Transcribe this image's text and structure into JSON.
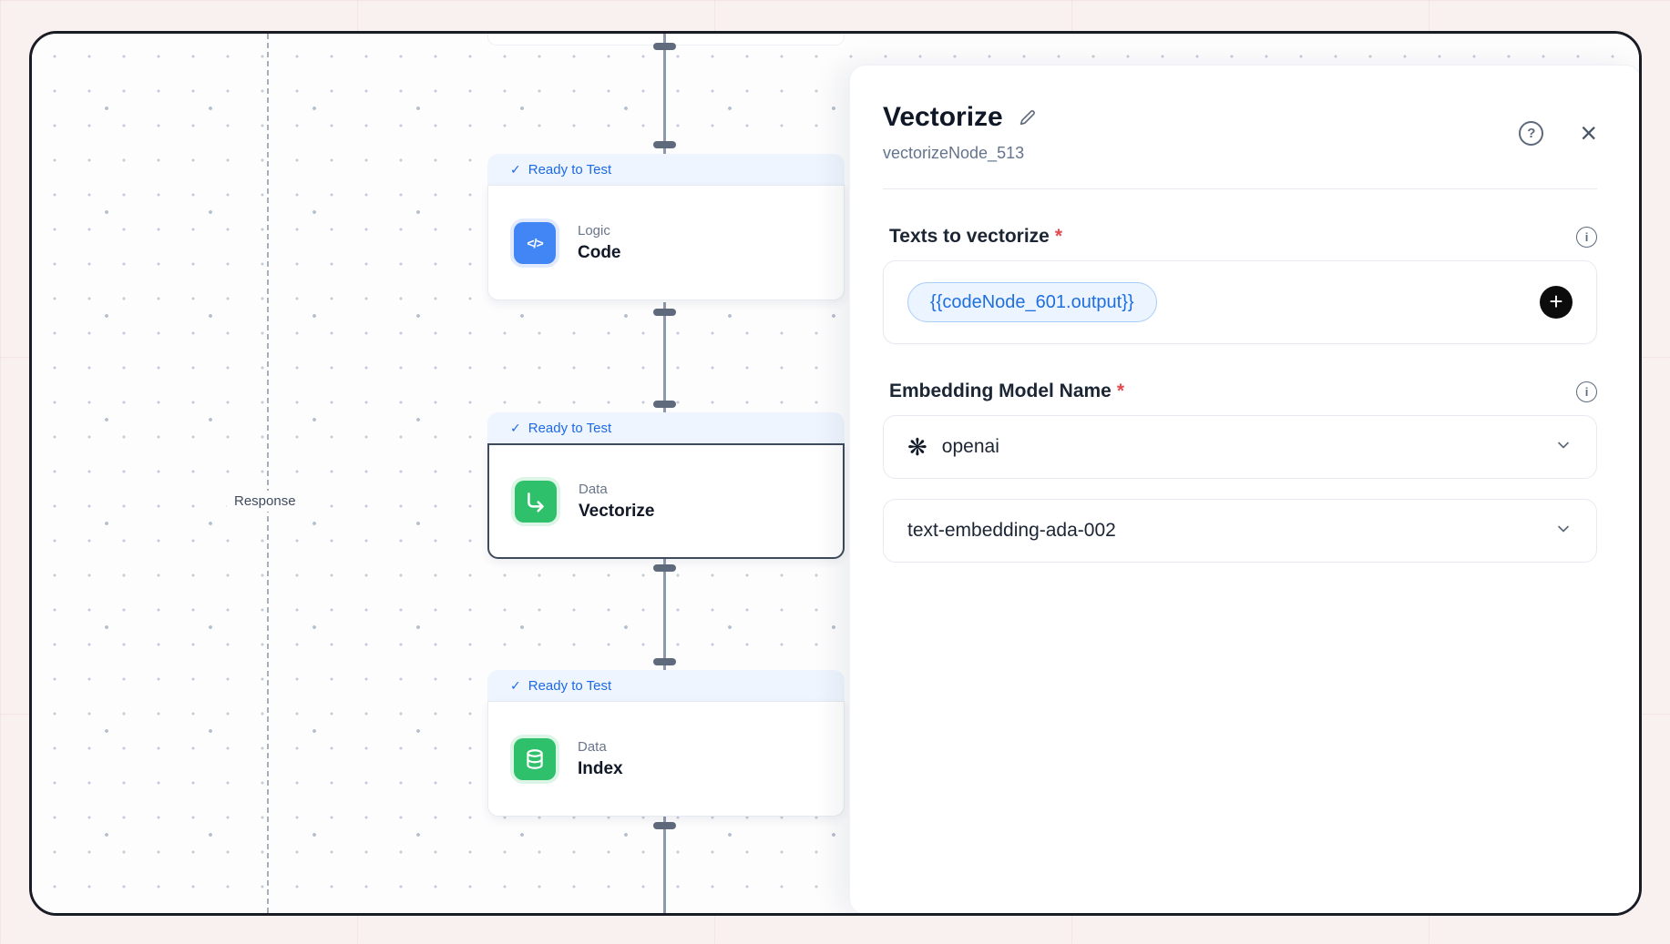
{
  "canvas": {
    "response_label": "Response",
    "nodes": [
      {
        "status": "Ready to Test",
        "category": "Logic",
        "title": "Code"
      },
      {
        "status": "Ready to Test",
        "category": "Data",
        "title": "Vectorize"
      },
      {
        "status": "Ready to Test",
        "category": "Data",
        "title": "Index"
      }
    ]
  },
  "panel": {
    "title": "Vectorize",
    "subtitle": "vectorizeNode_513",
    "fields": {
      "texts": {
        "label": "Texts to vectorize",
        "required": "*",
        "chip": "{{codeNode_601.output}}"
      },
      "model": {
        "label": "Embedding Model Name",
        "required": "*",
        "provider": "openai",
        "model": "text-embedding-ada-002"
      }
    }
  },
  "icons": {
    "check": "✓",
    "code": "</>",
    "help": "?",
    "close": "×",
    "info": "i",
    "plus": "+",
    "openai_logo": "❋"
  },
  "colors": {
    "node_accent_blue": "#4285f4",
    "node_accent_green": "#2ec06a",
    "badge_bg": "#eef5ff",
    "badge_text": "#1d6ae5",
    "chip_bg": "#ecf4ff",
    "chip_text": "#1f6fe0",
    "required_asterisk": "#e5484d",
    "frame_border": "#191c24"
  }
}
